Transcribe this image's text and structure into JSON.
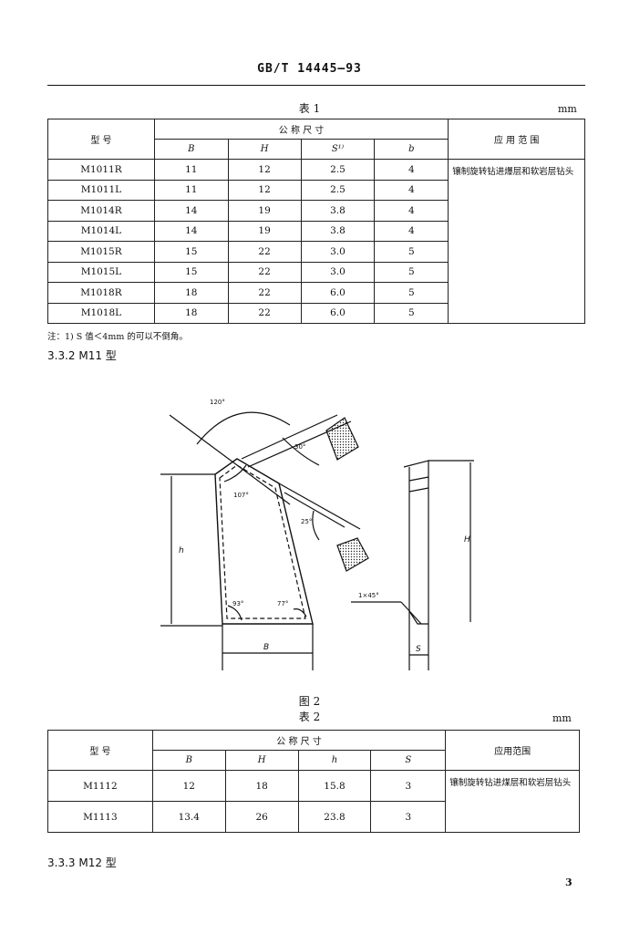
{
  "header": "GB/T 14445—93",
  "table1": {
    "caption": "表 1",
    "unit": "mm",
    "col_model": "型 号",
    "col_nominal": "公 称 尺 寸",
    "col_app": "应 用 范 围",
    "subcols": [
      "B",
      "H",
      "S¹⁾",
      "b"
    ],
    "rows": [
      [
        "M1011R",
        "11",
        "12",
        "2.5",
        "4"
      ],
      [
        "M1011L",
        "11",
        "12",
        "2.5",
        "4"
      ],
      [
        "M1014R",
        "14",
        "19",
        "3.8",
        "4"
      ],
      [
        "M1014L",
        "14",
        "19",
        "3.8",
        "4"
      ],
      [
        "M1015R",
        "15",
        "22",
        "3.0",
        "5"
      ],
      [
        "M1015L",
        "15",
        "22",
        "3.0",
        "5"
      ],
      [
        "M1018R",
        "18",
        "22",
        "6.0",
        "5"
      ],
      [
        "M1018L",
        "18",
        "22",
        "6.0",
        "5"
      ]
    ],
    "application": "镶制旋转钻进爆层和软岩层钻头",
    "note": "注：1) S 值＜4mm 的可以不倒角。"
  },
  "section_332": "3.3.2  M11 型",
  "figure": {
    "caption": "图 2",
    "angle_120": "120°",
    "angle_30": "30°",
    "angle_107": "107°",
    "angle_25": "25°",
    "angle_93": "93°",
    "angle_77": "77°",
    "label_h": "h",
    "label_B": "B",
    "label_H": "H",
    "label_S": "S",
    "chamfer": "1×45°"
  },
  "table2": {
    "caption": "表 2",
    "unit": "mm",
    "col_model": "型 号",
    "col_nominal": "公 称 尺 寸",
    "col_app": "应用范围",
    "subcols": [
      "B",
      "H",
      "h",
      "S"
    ],
    "rows": [
      [
        "M1112",
        "12",
        "18",
        "15.8",
        "3"
      ],
      [
        "M1113",
        "13.4",
        "26",
        "23.8",
        "3"
      ]
    ],
    "application": "镶制旋转钻进煤层和软岩层钻头"
  },
  "section_333": "3.3.3  M12 型",
  "page_number": "3"
}
